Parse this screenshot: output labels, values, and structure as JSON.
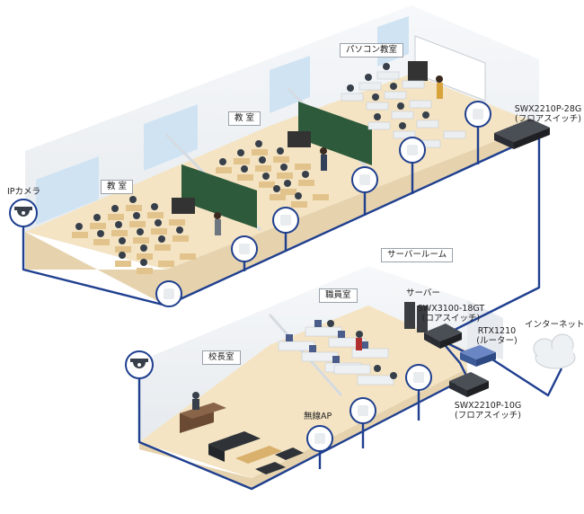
{
  "rooms": {
    "classroom1": "教 室",
    "classroom2": "教 室",
    "pc_room": "パソコン教室",
    "server_room": "サーバールーム",
    "staff_room": "職員室",
    "principal_room": "校長室"
  },
  "devices": {
    "ip_camera": "IPカメラ",
    "floor_switch_top_name": "SWX2210P-28G",
    "floor_switch_top_role": "(フロアスイッチ)",
    "core_switch_name": "SWX3100-18GT",
    "core_switch_role": "(コアスイッチ)",
    "router_name": "RTX1210",
    "router_role": "(ルーター)",
    "floor_switch_bottom_name": "SWX2210P-10G",
    "floor_switch_bottom_role": "(フロアスイッチ)",
    "server": "サーバー",
    "internet": "インターネット",
    "wireless_ap": "無線AP"
  },
  "colors": {
    "network_line": "#1f3f8f",
    "floor": "#f4e4c4",
    "wall": "#eef1f4",
    "chalkboard": "#2d5a3a",
    "switch": "#2a2d33",
    "router": "#3d5a99"
  }
}
